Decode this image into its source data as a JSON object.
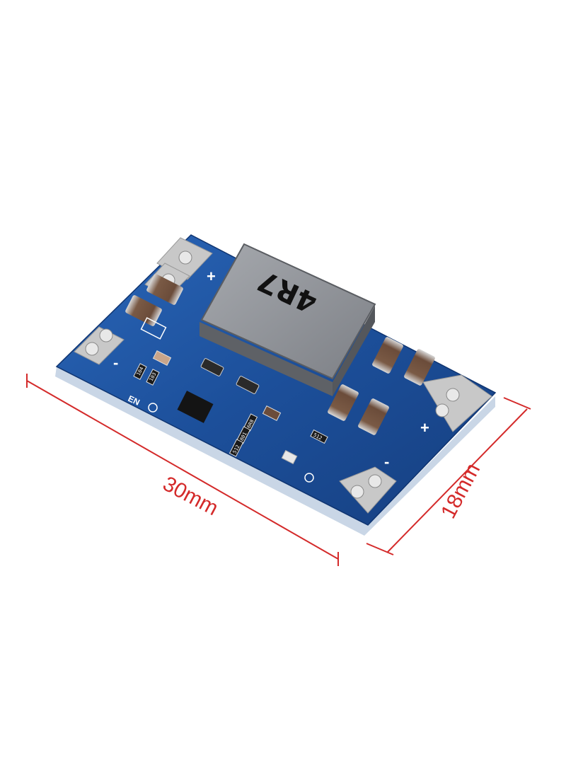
{
  "product": {
    "inductor_marking": "4R7",
    "silkscreen": {
      "en_label": "EN",
      "input_plus": "+",
      "input_minus": "-",
      "output_plus": "+",
      "output_minus": "-",
      "res_a": "104",
      "res_b": "103",
      "res_c": "6R8",
      "res_d": "801",
      "res_e": "512",
      "res_f": "512"
    }
  },
  "dimensions": {
    "length_label": "30mm",
    "width_label": "18mm"
  },
  "colors": {
    "pcb": "#1c4f9a",
    "pcb_edge": "#c9d6e6",
    "pads": "#c8c8c8",
    "inductor": "#8a8d93",
    "dimension_lines": "#d42a2a"
  }
}
